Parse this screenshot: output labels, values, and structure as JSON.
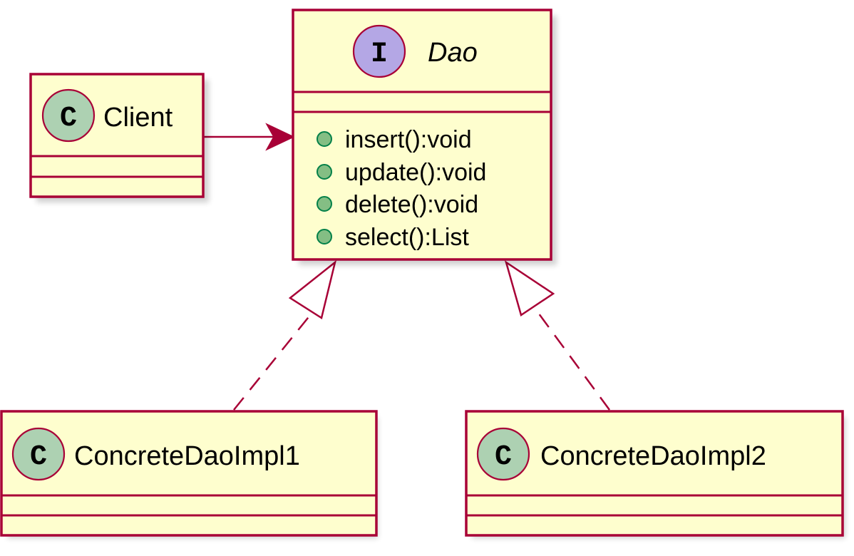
{
  "diagram": {
    "client": {
      "name": "Client",
      "badge": "C"
    },
    "dao": {
      "name": "Dao",
      "badge": "I",
      "methods": [
        "insert():void",
        "update():void",
        "delete():void",
        "select():List"
      ]
    },
    "impl1": {
      "name": "ConcreteDaoImpl1",
      "badge": "C"
    },
    "impl2": {
      "name": "ConcreteDaoImpl2",
      "badge": "C"
    }
  },
  "colors": {
    "class_fill": "#fefece",
    "border": "#a80036",
    "class_badge": "#add1b2",
    "interface_badge": "#b4a7e5",
    "public_dot_fill": "#84be84",
    "public_dot_stroke": "#038048"
  }
}
